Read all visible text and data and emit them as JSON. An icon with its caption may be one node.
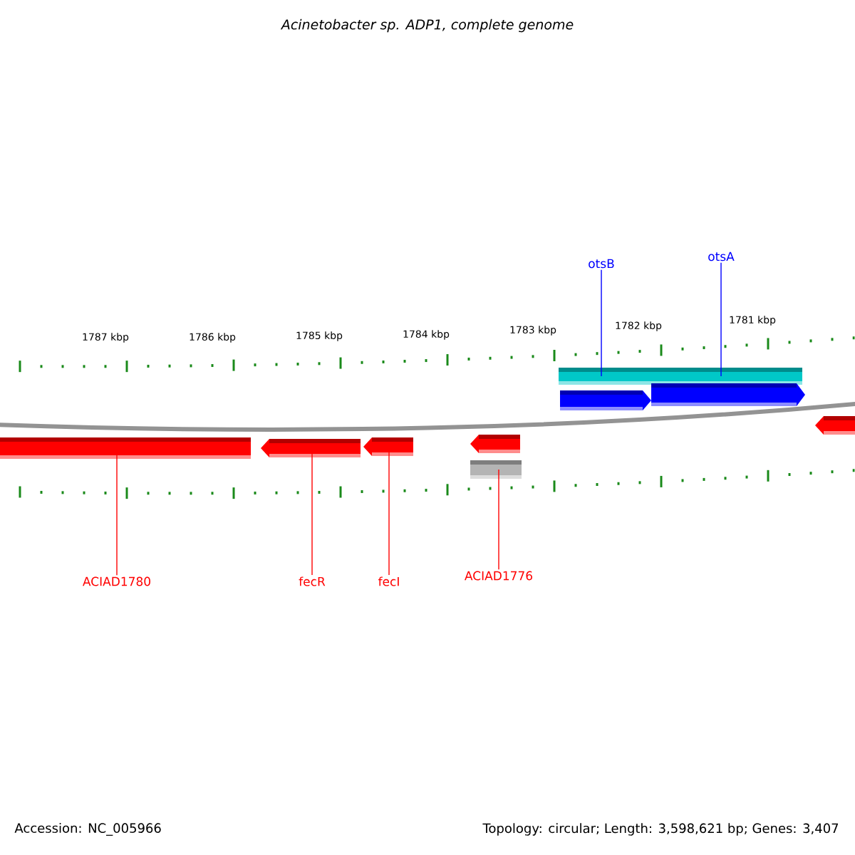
{
  "diagram": {
    "title": "Acinetobacter sp. ADP1, complete genome",
    "nodes": [
      {
        "text": [
          "otsB"
        ]
      },
      {
        "text": [
          "otsA"
        ]
      },
      {
        "text": [],
        "shape": "bar"
      },
      {
        "text": [],
        "shape": "arrow"
      },
      {
        "text": [],
        "shape": "arrow"
      },
      {
        "text": [],
        "shape": "arrow"
      },
      {
        "text": [],
        "shape": "arrow"
      },
      {
        "text": [],
        "shape": "arrow"
      },
      {
        "text": [],
        "shape": "arrow"
      },
      {
        "text": [],
        "shape": "bar"
      },
      {
        "text": [],
        "shape": "arrow"
      },
      {
        "text": [
          "ACIAD1780"
        ]
      },
      {
        "text": [
          "fecR"
        ]
      },
      {
        "text": [
          "fecI"
        ]
      },
      {
        "text": [
          "ACIAD1776"
        ]
      }
    ],
    "edges": [
      {
        "from": 0,
        "to": 2,
        "arrow": "none",
        "color": "#0000ff"
      },
      {
        "from": 1,
        "to": 2,
        "arrow": "none",
        "color": "#0000ff"
      },
      {
        "from": 11,
        "to": 5,
        "arrow": "none"
      },
      {
        "from": 12,
        "to": 6,
        "arrow": "none"
      },
      {
        "from": 13,
        "to": 7,
        "arrow": "none"
      },
      {
        "from": 14,
        "to": 9,
        "arrow": "none"
      }
    ],
    "labels": [
      "1787 kbp",
      "1786 kbp",
      "1785 kbp",
      "1784 kbp",
      "1783 kbp",
      "1782 kbp",
      "1781 kbp",
      "Accession: NC_005966",
      "Topology: circular; Length: 3,598,621 bp; Genes: 3,407"
    ]
  }
}
